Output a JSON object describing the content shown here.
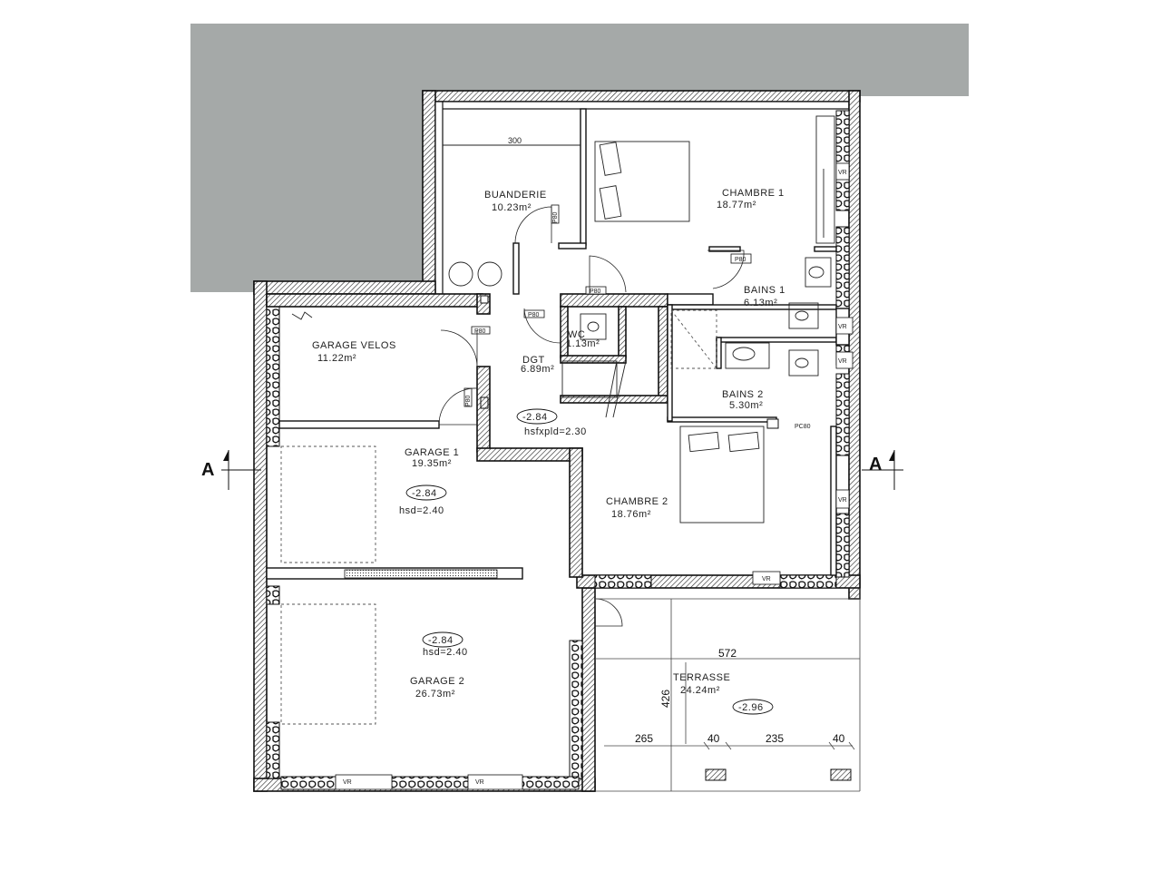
{
  "colors": {
    "terrain": "#a5a9a8",
    "wall_ink": "#111111",
    "background": "#ffffff"
  },
  "section_marks": {
    "left": "A",
    "right": "A"
  },
  "rooms": {
    "buanderie": {
      "name": "BUANDERIE",
      "area": "10.23m²"
    },
    "chambre1": {
      "name": "CHAMBRE 1",
      "area": "18.77m²"
    },
    "bains1": {
      "name": "BAINS 1",
      "area": "6.13m²"
    },
    "wc": {
      "name": "WC",
      "area": "1.13m²"
    },
    "dgt": {
      "name": "DGT",
      "area": "6.89m²"
    },
    "bains2": {
      "name": "BAINS 2",
      "area": "5.30m²"
    },
    "garage_velos": {
      "name": "GARAGE VELOS",
      "area": "11.22m²"
    },
    "garage1": {
      "name": "GARAGE 1",
      "area": "19.35m²"
    },
    "chambre2": {
      "name": "CHAMBRE 2",
      "area": "18.76m²"
    },
    "garage2": {
      "name": "GARAGE 2",
      "area": "26.73m²"
    },
    "terrasse": {
      "name": "TERRASSE",
      "area": "24.24m²"
    }
  },
  "levels": {
    "dgt": "-2.84",
    "garage1": "-2.84",
    "garage2": "-2.84",
    "terrasse": "-2.96"
  },
  "heights": {
    "dgt": "hsfxpld=2.30",
    "garage1": "hsd=2.40",
    "garage2": "hsd=2.40"
  },
  "door_tags": {
    "p80": "P80",
    "pc80": "PC80",
    "vr": "VR"
  },
  "dimensions": {
    "buanderie_width": "300",
    "terrasse_width": "572",
    "terrasse_depth": "426",
    "d265": "265",
    "d40a": "40",
    "d235": "235",
    "d40b": "40"
  }
}
